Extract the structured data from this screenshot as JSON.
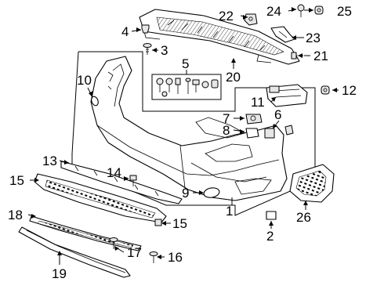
{
  "callouts": {
    "c1": "1",
    "c2": "2",
    "c3": "3",
    "c4": "4",
    "c5": "5",
    "c6": "6",
    "c7": "7",
    "c8": "8",
    "c9": "9",
    "c10": "10",
    "c11": "11",
    "c12": "12",
    "c13": "13",
    "c14": "14",
    "c15a": "15",
    "c15b": "15",
    "c16": "16",
    "c17": "17",
    "c18": "18",
    "c19": "19",
    "c20": "20",
    "c21": "21",
    "c22": "22",
    "c23": "23",
    "c24": "24",
    "c25": "25",
    "c26": "26"
  }
}
